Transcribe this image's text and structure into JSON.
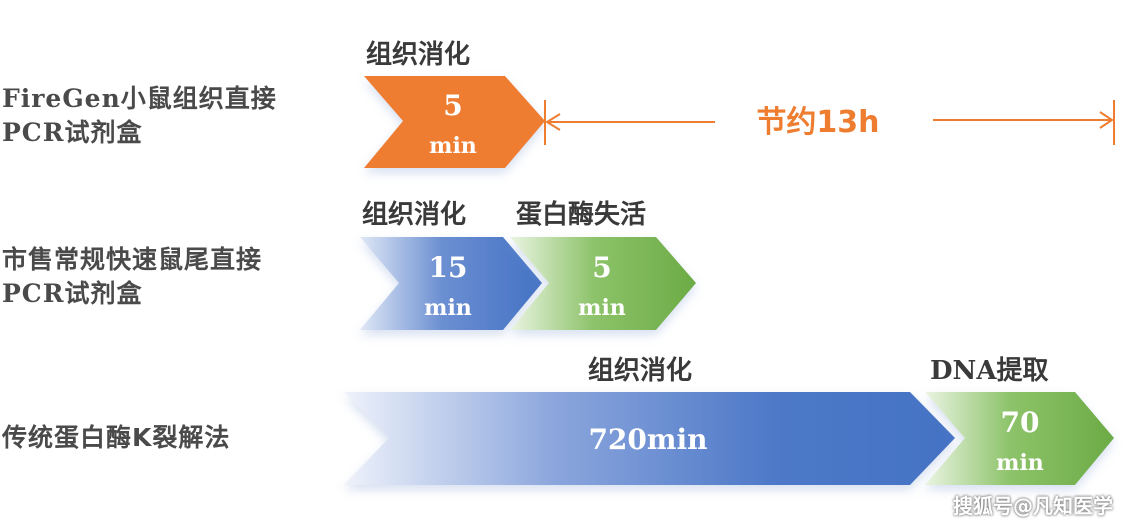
{
  "rows": {
    "firegen": {
      "label_line1": "FireGen小鼠组织直接",
      "label_line2": "PCR试剂盒",
      "step1_title": "组织消化",
      "step1_value": "5",
      "step1_unit": "min",
      "savings_text": "节约13h"
    },
    "commercial": {
      "label_line1": "市售常规快速鼠尾直接",
      "label_line2": "PCR试剂盒",
      "step1_title": "组织消化",
      "step1_value": "15",
      "step1_unit": "min",
      "step2_title": "蛋白酶失活",
      "step2_value": "5",
      "step2_unit": "min"
    },
    "traditional": {
      "label": "传统蛋白酶K裂解法",
      "step1_title": "组织消化",
      "step1_value": "720min",
      "step2_title": "DNA提取",
      "step2_value": "70",
      "step2_unit": "min"
    }
  },
  "watermark": "搜狐号@凡知医学",
  "colors": {
    "orange": "#ee7d30",
    "blue": "#4472c4",
    "green": "#70ad47",
    "label_text": "#4a4a4a"
  }
}
